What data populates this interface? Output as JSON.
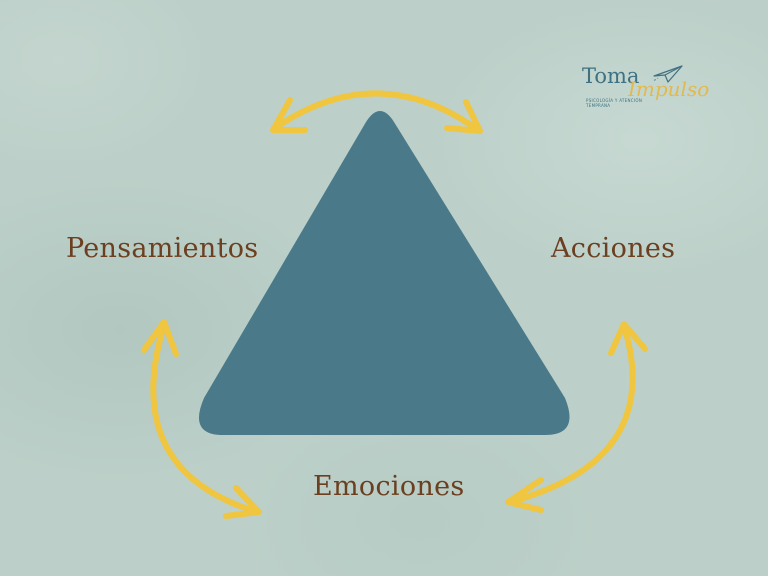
{
  "colors": {
    "background": "#bcd0c9",
    "triangle": "#4a7989",
    "arrows": "#f0c53f",
    "label_text": "#6b3f1f",
    "logo_primary": "#3f7183",
    "logo_accent": "#e2b94f"
  },
  "nodes": {
    "pensamientos": "Pensamientos",
    "acciones": "Acciones",
    "emociones": "Emociones"
  },
  "edges": [
    {
      "from": "Pensamientos",
      "to": "Acciones",
      "direction": "bidirectional"
    },
    {
      "from": "Pensamientos",
      "to": "Emociones",
      "direction": "bidirectional"
    },
    {
      "from": "Acciones",
      "to": "Emociones",
      "direction": "bidirectional"
    }
  ],
  "logo": {
    "word1": "Toma",
    "word2": "Impulso",
    "tagline": "PSICOLOGÍA Y ATENCIÓN TEMPRANA",
    "icon": "paper-plane-icon"
  }
}
